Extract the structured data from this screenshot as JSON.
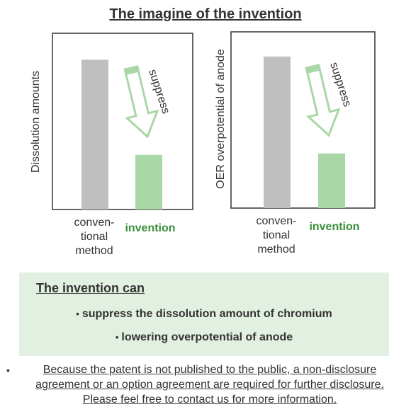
{
  "page": {
    "title": "The imagine of the invention"
  },
  "chart_data": [
    {
      "type": "bar",
      "ylabel": "Dissolution amounts",
      "categories": [
        "conven-\ntional\nmethod",
        "invention"
      ],
      "values": [
        85,
        31
      ],
      "ylim": [
        0,
        100
      ],
      "grid": false,
      "bar_colors": [
        "#bfbfbf",
        "#a9d8a6"
      ],
      "category_colors": [
        "#333333",
        "#3a8f3a"
      ],
      "annotation": "suppress"
    },
    {
      "type": "bar",
      "ylabel": "OER overpotential of anode",
      "categories": [
        "conven-\ntional\nmethod",
        "invention"
      ],
      "values": [
        86,
        31
      ],
      "ylim": [
        0,
        100
      ],
      "grid": false,
      "bar_colors": [
        "#bfbfbf",
        "#a9d8a6"
      ],
      "category_colors": [
        "#333333",
        "#3a8f3a"
      ],
      "annotation": "suppress"
    }
  ],
  "summary": {
    "heading": "The invention can",
    "items": [
      "suppress the dissolution amount of chromium",
      "lowering overpotential of anode"
    ],
    "bullet": "•"
  },
  "footer": {
    "bullet": "•",
    "lines": [
      "Because the patent is not published to the public, a non-disclosure",
      "agreement or an option agreement are required for further disclosure.",
      "Please feel free to contact us for more information."
    ]
  },
  "colors": {
    "accent_green": "#3a8f3a",
    "light_green": "#a9d8a6",
    "panel_bg": "#e2f0e1",
    "gray_bar": "#bfbfbf"
  }
}
